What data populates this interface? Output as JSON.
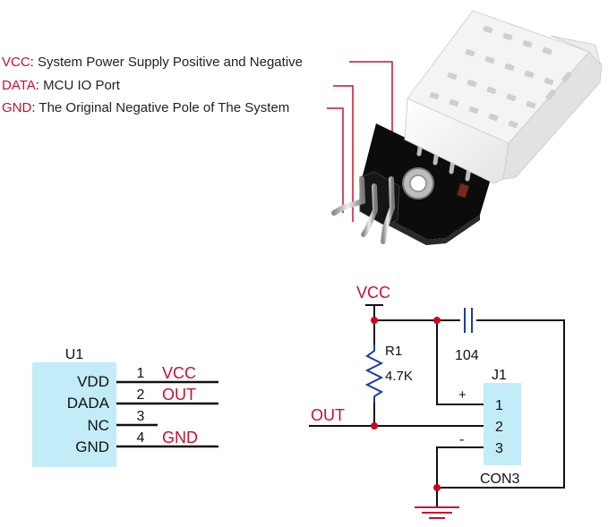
{
  "legend": [
    {
      "pin": "VCC",
      "sep": ": ",
      "desc": "System Power Supply Positive and Negative"
    },
    {
      "pin": "DATA",
      "sep": ": ",
      "desc": "MCU IO Port"
    },
    {
      "pin": "GND",
      "sep": ": ",
      "desc": "The Original Negative Pole of The System"
    }
  ],
  "u1": {
    "ref": "U1",
    "pins": [
      {
        "name": "VDD",
        "num": "1",
        "net": "VCC"
      },
      {
        "name": "DADA",
        "num": "2",
        "net": "OUT"
      },
      {
        "name": "NC",
        "num": "3",
        "net": ""
      },
      {
        "name": "GND",
        "num": "4",
        "net": "GND"
      }
    ]
  },
  "circuit": {
    "vcc": "VCC",
    "out": "OUT",
    "r1_ref": "R1",
    "r1_value": "4.7K",
    "cap_value": "104",
    "j1_ref": "J1",
    "j1_pins": [
      "1",
      "2",
      "3"
    ],
    "j1_name": "CON3",
    "plus": "+",
    "minus": "-"
  },
  "colors": {
    "label_red": "#c8102e",
    "wire": "#111111",
    "junction": "#d0021b",
    "component_blue": "#1a3f9a",
    "chip_fill": "#c2ecf8",
    "ground": "#c8102e"
  }
}
